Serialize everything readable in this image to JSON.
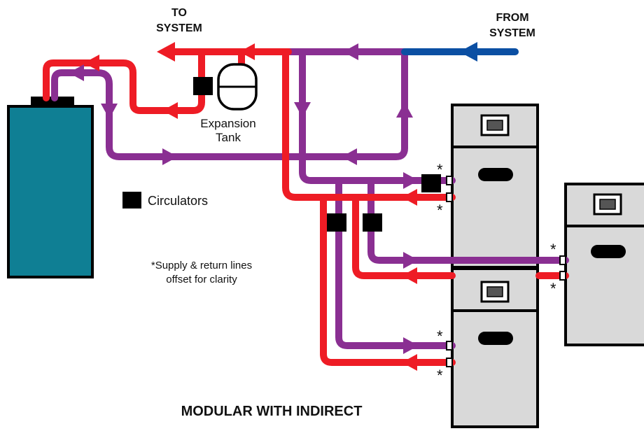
{
  "labels": {
    "to_system": [
      "TO",
      "SYSTEM"
    ],
    "from_system": [
      "FROM",
      "SYSTEM"
    ],
    "expansion_tank": [
      "Expansion",
      "Tank"
    ],
    "legend_circulators": "Circulators",
    "note": [
      "*Supply & return lines",
      "offset for clarity"
    ],
    "title": "MODULAR WITH INDIRECT",
    "asterisk": "*"
  },
  "colors": {
    "supply": "#ee1c25",
    "return": "#8a2f92",
    "system_return": "#0b4fa3",
    "indirect_tank": "#0f7f94",
    "boiler_body": "#d9d9d9",
    "circulator": "#000000",
    "outline": "#000000"
  },
  "icons": {
    "circulator": "black-square",
    "flow": "arrowhead"
  }
}
